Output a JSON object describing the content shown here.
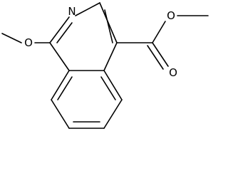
{
  "molecule": {
    "atom_labels": {
      "ring_nitrogen": "N",
      "methoxy_oxygen": "O",
      "carbonyl_oxygen": "O",
      "ester_oxygen": "O"
    },
    "colors": {
      "bond": "#000000",
      "label": "#000000",
      "background": "#ffffff"
    }
  }
}
